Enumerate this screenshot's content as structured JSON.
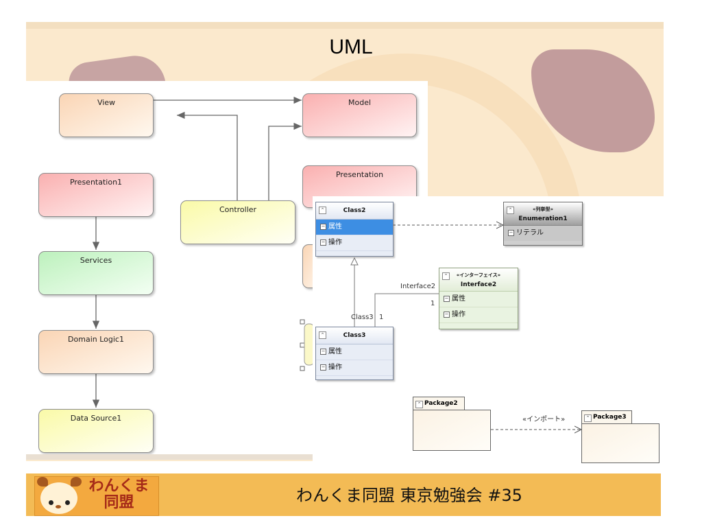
{
  "slide": {
    "title": "UML",
    "footer_text": "わんくま同盟 東京勉強会 #35"
  },
  "logo": {
    "line1": "わんくま",
    "line2": "同盟"
  },
  "flow_diagram": {
    "view": "View",
    "model": "Model",
    "controller": "Controller",
    "presentation": "Presentation",
    "presentation1": "Presentation1",
    "services": "Services",
    "domain_logic1": "Domain Logic1",
    "data_source1": "Data Source1"
  },
  "class_diagram": {
    "class2": {
      "name": "Class2",
      "attributes": "属性",
      "operations": "操作"
    },
    "class3": {
      "name": "Class3",
      "attributes": "属性",
      "operations": "操作"
    },
    "enumeration1": {
      "stereotype": "«列挙型»",
      "name": "Enumeration1",
      "literals": "リテラル"
    },
    "interface2": {
      "stereotype": "«インターフェイス»",
      "name": "Interface2",
      "attributes": "属性",
      "operations": "操作"
    },
    "labels": {
      "interface2_role": "Interface2",
      "interface2_mult": "1",
      "class3_role": "Class3",
      "class3_mult": "1"
    },
    "package2": "Package2",
    "package3": "Package3",
    "import_label": "«インポート»"
  },
  "icons": [
    "collapse-icon",
    "minus-icon",
    "bear-logo-icon"
  ]
}
